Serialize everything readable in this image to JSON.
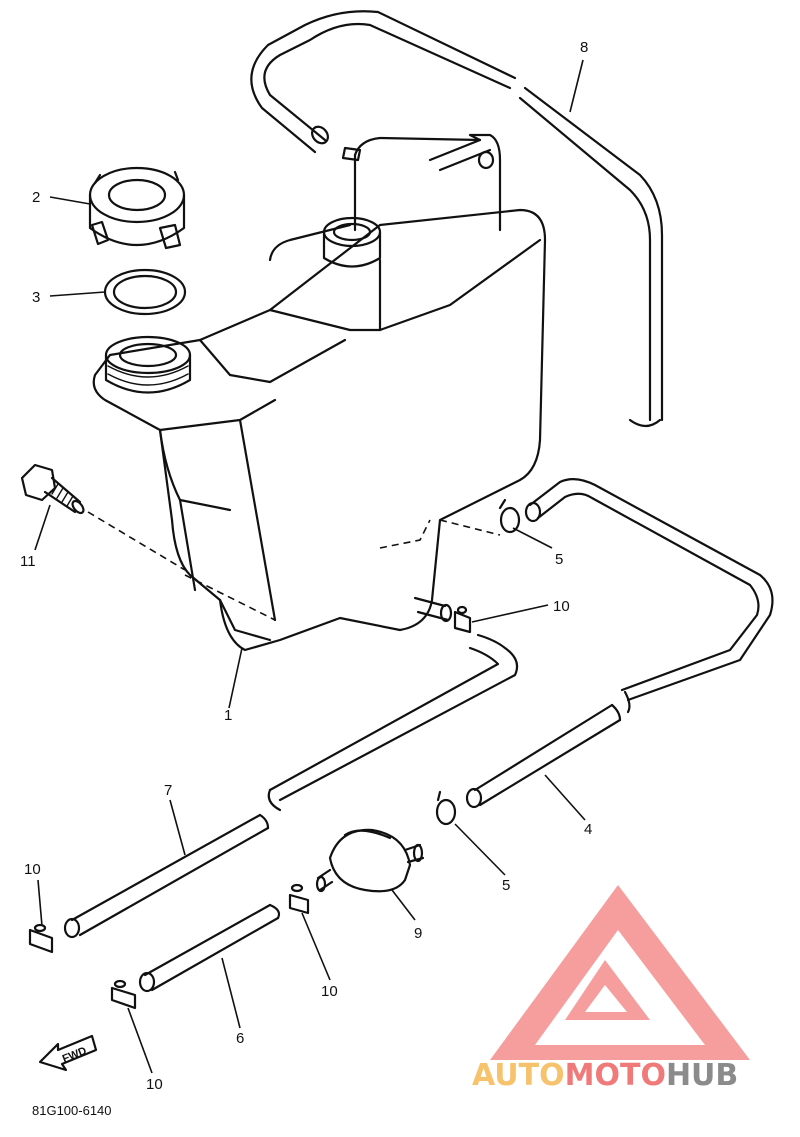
{
  "diagram": {
    "drawing_code": "81G100-6140",
    "fwd_label": "FWD",
    "callouts": [
      "1",
      "2",
      "3",
      "4",
      "5",
      "5",
      "6",
      "7",
      "8",
      "9",
      "10",
      "10",
      "10",
      "10",
      "11"
    ]
  },
  "watermark": {
    "part_auto": "AUTO",
    "part_moto": "MOTO",
    "part_hub": "HUB",
    "colors": {
      "auto": "#f6c26b",
      "moto": "#f07a7a",
      "hub": "#8b8b8b",
      "logo": "#f58c8c"
    }
  }
}
